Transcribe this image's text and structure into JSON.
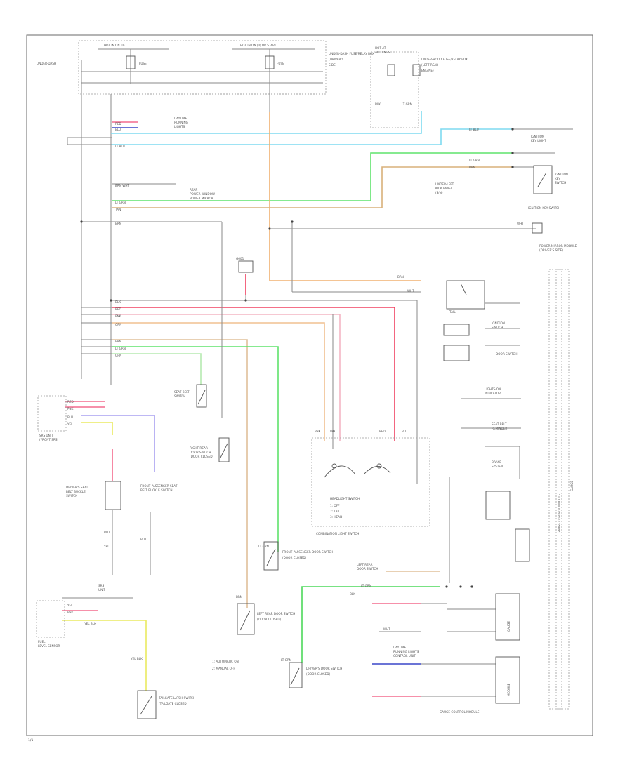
{
  "colors": {
    "pink": "#f36b8d",
    "red": "#f04060",
    "blue": "#3a47c9",
    "light_blue": "#7fdaf0",
    "light_green": "#5fe36b",
    "green": "#4cd85a",
    "orange": "#f0b070",
    "tan": "#d9b07a",
    "yellow": "#eaea60",
    "lavender": "#a9a0f0",
    "gray": "#8a8a8a",
    "frame": "#6a6a6a"
  },
  "labels": {
    "top_left": "HOT IN ON (II)",
    "top_left2": "UNDER-DASH",
    "top_mid": "HOT IN ON (II) OR START",
    "fuse_box": "UNDER-DASH FUSE/RELAY BOX",
    "right_box": "UNDER-HOOD FUSE/RELAY BOX",
    "srs_unit": "SRS UNIT",
    "ignition_key_switch": "IGNITION KEY SWITCH",
    "ground_g601": "G601",
    "power_mirror": "POWER MIRROR MODULE",
    "combination_light_switch": "COMBINATION LIGHT SWITCH",
    "seat_belt_switch": "SEAT BELT SWITCH",
    "door_switch": "DOOR SWITCH",
    "main_control": "GAUGE CONTROL MODULE",
    "front_passenger_door": "FRONT PASSENGER DOOR SWITCH",
    "left_rear_door": "LEFT REAR DOOR SWITCH",
    "driver_door": "DRIVER'S DOOR SWITCH",
    "tailgate": "TAILGATE LATCH SWITCH",
    "legend_1": "1: AUTOMATIC ON",
    "legend_2": "2: MANUAL OFF",
    "footer": "GAUGE CONTROL MODULE",
    "page_number": "1/1"
  }
}
